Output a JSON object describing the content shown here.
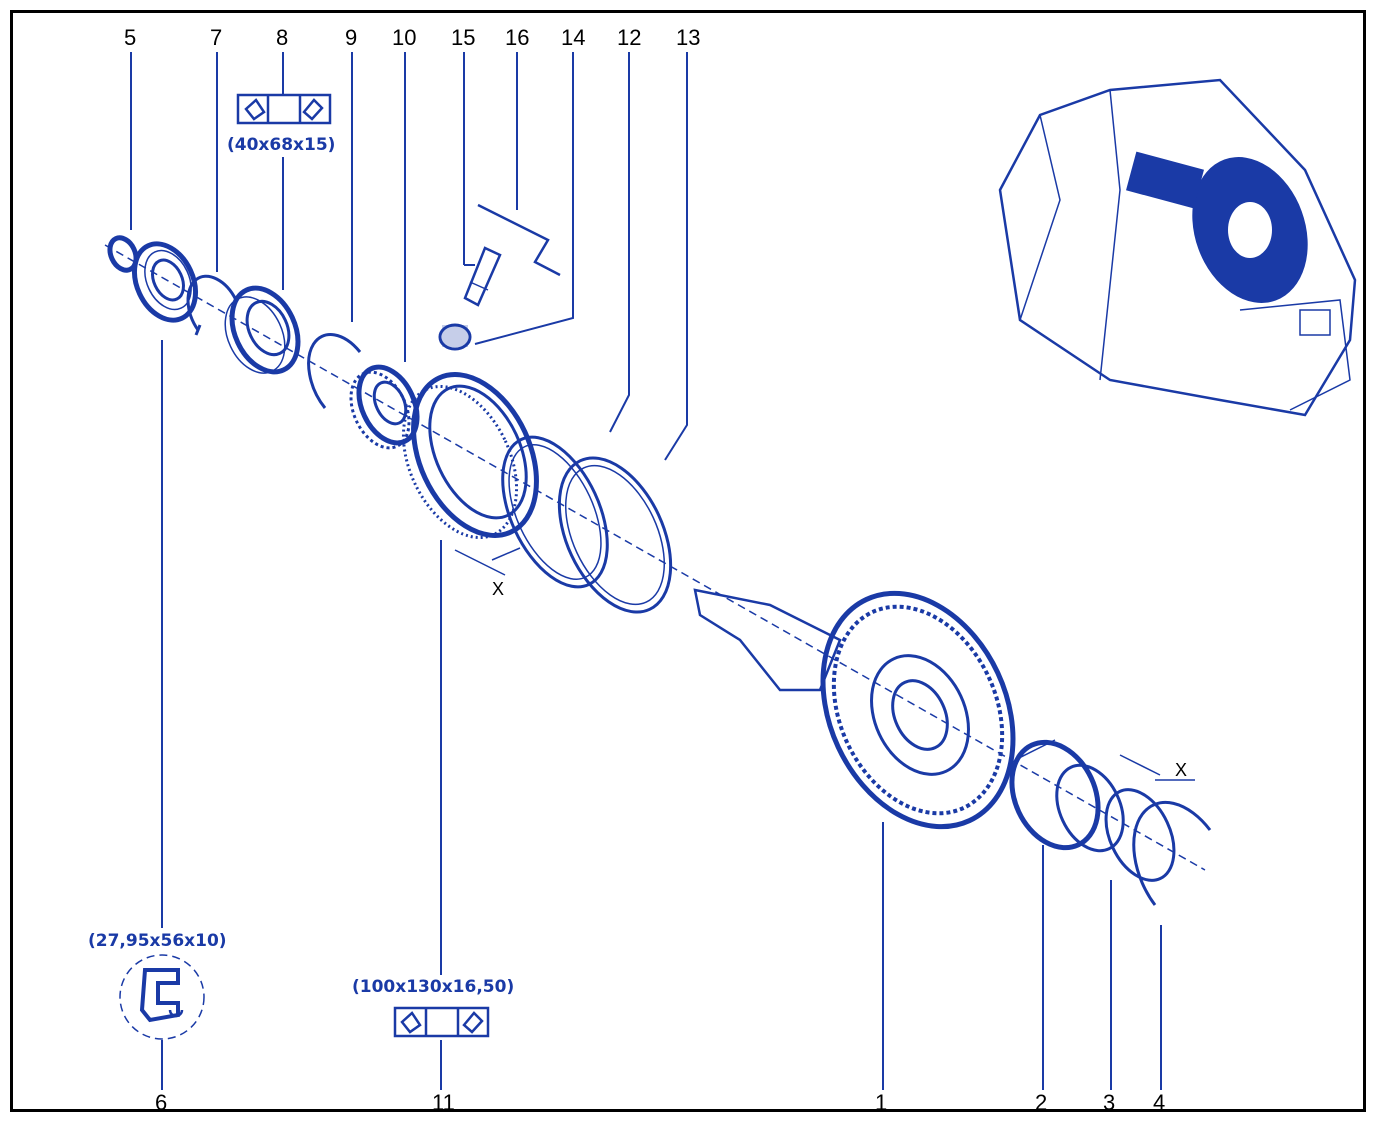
{
  "callouts": {
    "c1": "1",
    "c2": "2",
    "c3": "3",
    "c4": "4",
    "c5": "5",
    "c6": "6",
    "c7": "7",
    "c8": "8",
    "c9": "9",
    "c10": "10",
    "c11": "11",
    "c12": "12",
    "c13": "13",
    "c14": "14",
    "c15": "15",
    "c16": "16"
  },
  "dimensions": {
    "bearing_8": "(40x68x15)",
    "seal_6": "(27,95x56x10)",
    "bearing_11": "(100x130x16,50)"
  },
  "markers": {
    "x_left": "X",
    "x_right": "X"
  },
  "colors": {
    "line": "#1a3aa6",
    "text": "#000000",
    "frame": "#000000"
  }
}
